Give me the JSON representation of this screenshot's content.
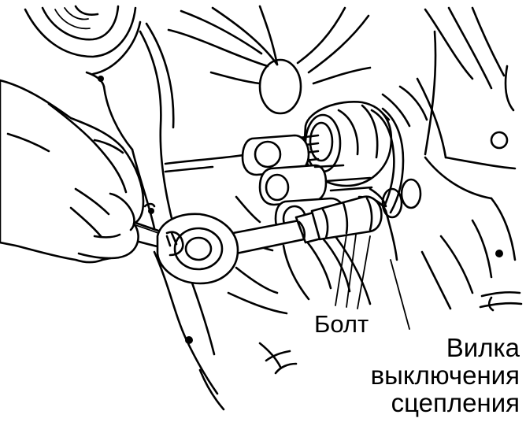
{
  "labels": {
    "bolt": "Болт",
    "fork_line1": "Вилка",
    "fork_line2": "выключения",
    "fork_line3": "сцепления"
  },
  "colors": {
    "line": "#000000",
    "background": "#ffffff"
  }
}
